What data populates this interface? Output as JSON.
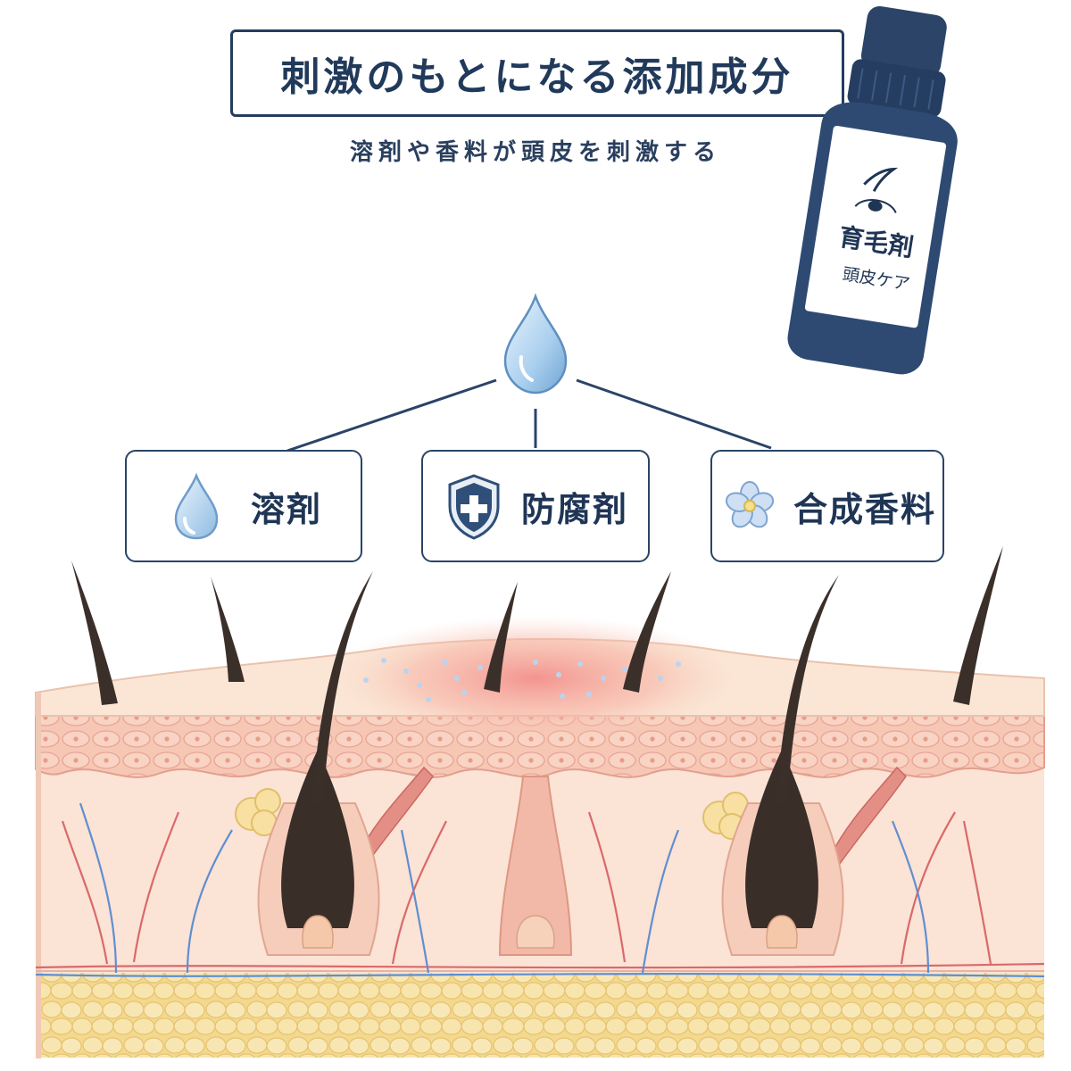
{
  "header": {
    "title": "刺激のもとになる添加成分",
    "subtitle": "溶剤や香料が頭皮を刺激する"
  },
  "bottle": {
    "name": "育毛剤",
    "label": "頭皮ケア",
    "icon": "hair-follicle-icon"
  },
  "categories": [
    {
      "label": "溶剤",
      "icon": "water-drop-icon",
      "color": "#9ec7e8"
    },
    {
      "label": "防腐剤",
      "icon": "shield-plus-icon",
      "color": "#2f4f78"
    },
    {
      "label": "合成香料",
      "icon": "flower-icon",
      "color": "#b9d4f0"
    }
  ],
  "colors": {
    "navy": "#243d5e",
    "skin": "#f9dfcf",
    "irritation": "#f3a49c",
    "fat": "#f6df9f",
    "hair": "#3b2f2a"
  }
}
